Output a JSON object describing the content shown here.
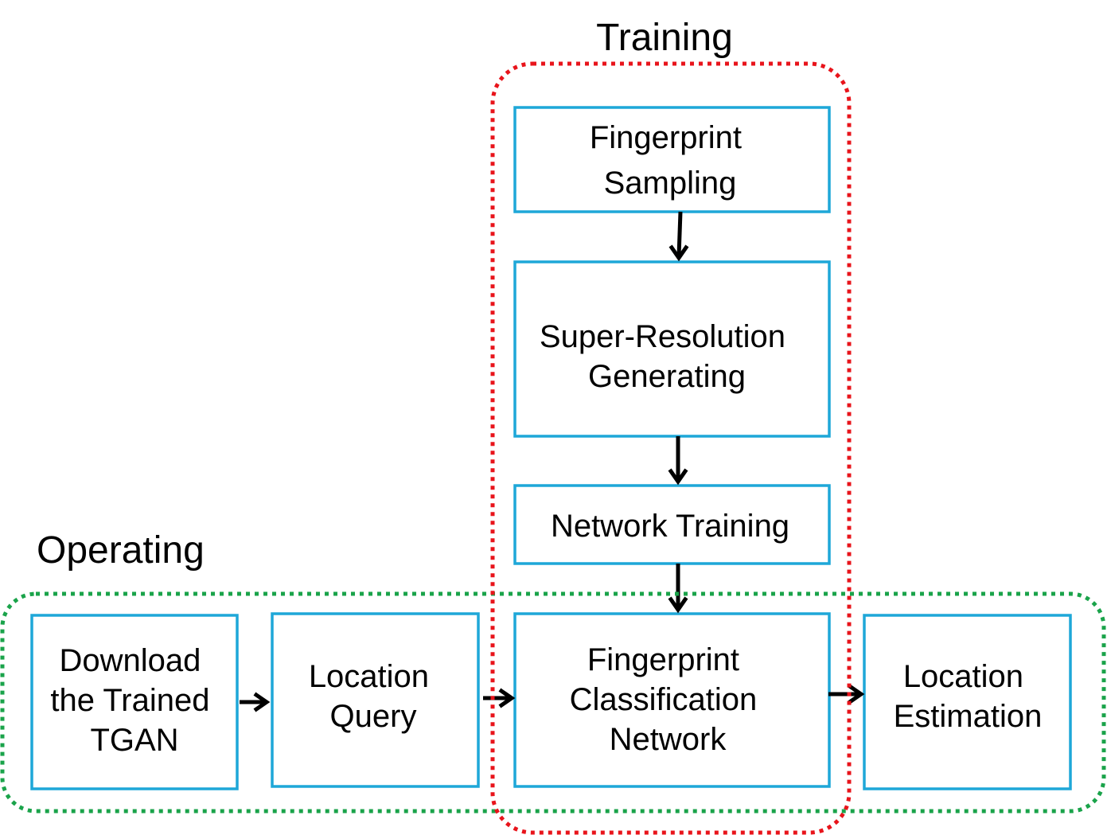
{
  "regions": {
    "training": {
      "label": "Training",
      "color": "#e8141b"
    },
    "operating": {
      "label": "Operating",
      "color": "#1aa34a"
    }
  },
  "node_color": "#1ea7d8",
  "nodes": {
    "fingerprint_sampling": {
      "lines": [
        "Fingerprint",
        "Sampling"
      ]
    },
    "super_resolution": {
      "lines": [
        "Super-Resolution",
        "Generating"
      ]
    },
    "network_training": {
      "lines": [
        "Network Training"
      ]
    },
    "download_tgan": {
      "lines": [
        "Download",
        "the Trained",
        "TGAN"
      ]
    },
    "location_query": {
      "lines": [
        "Location",
        "Query"
      ]
    },
    "classification_network": {
      "lines": [
        "Fingerprint",
        "Classification",
        "Network"
      ]
    },
    "location_estimation": {
      "lines": [
        "Location",
        "Estimation"
      ]
    }
  },
  "edges": [
    {
      "from": "fingerprint_sampling",
      "to": "super_resolution"
    },
    {
      "from": "super_resolution",
      "to": "network_training"
    },
    {
      "from": "network_training",
      "to": "classification_network"
    },
    {
      "from": "download_tgan",
      "to": "location_query"
    },
    {
      "from": "location_query",
      "to": "classification_network"
    },
    {
      "from": "classification_network",
      "to": "location_estimation"
    }
  ]
}
